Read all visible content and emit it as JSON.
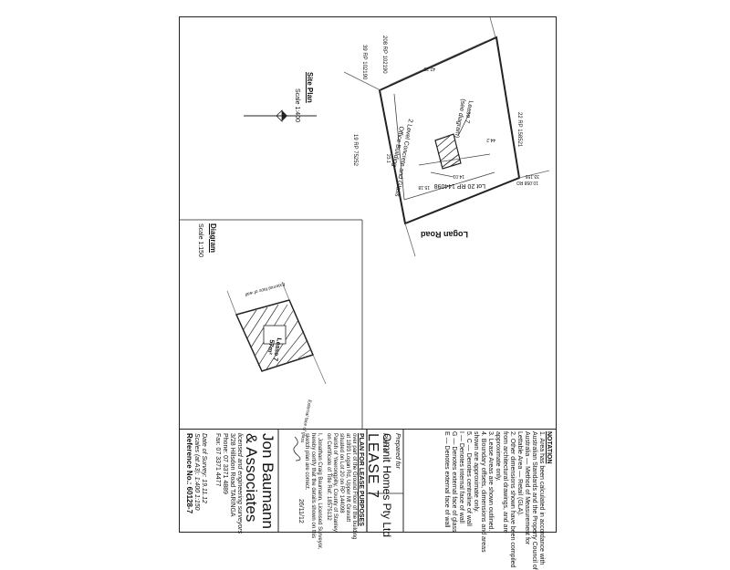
{
  "site_plan": {
    "title": "Site Plan",
    "scale": "Scale 1:400",
    "road": "Logan Road",
    "lot": "Lot 20 RP 144098",
    "building": [
      "2 Level Concrete and Glass",
      "Office Building"
    ],
    "lease_label": [
      "Lease 7",
      "(see diagram)"
    ],
    "neighbours": [
      "208 RP 102190",
      "39 RP 102190",
      "22 RP 158521",
      "19 RP 75252"
    ],
    "dims": [
      "33.155",
      "10.058 RD",
      "44.2",
      "14.01",
      "15.18",
      "23.1",
      "42.23"
    ]
  },
  "diagram": {
    "title": "Diagram",
    "scale": "Scale 1:150",
    "lease_label": "Lease 7",
    "area": "57m²",
    "edge_notes": [
      "External face of wall",
      "External face of glass"
    ]
  },
  "notation": {
    "heading": "NOTATION",
    "items": [
      "1. Area has been calculated in accordance with",
      "Australian Standards and the Property Council of",
      "Australia — Method of Measurement for",
      "Lettable Area — Retail (GLA).",
      "2. Other dimensions shown have been compiled",
      "from architectural drawings, and are",
      "approximate only.",
      "3. Lease Areas are shown outlined.",
      "4. Boundary offsets, dimensions and areas",
      "shown are approximate only.",
      "5. C — Denotes centreline of wall",
      "   I — Denotes internal face of wall",
      "   G — Denotes external face of glass",
      "   E — Denotes external face of wall"
    ]
  },
  "titleblock": {
    "prepared_for_label": "Prepared for",
    "client": "Omnit Homes Pty Ltd",
    "plan_of_label": "Plan of",
    "plan_name": "LEASE 7",
    "purpose_heading": "PLAN FOR LEASE PURPOSES",
    "purpose_lines": [
      "over part of the Ground Floor of the building",
      "at 1893 Logan Rd, Upper Mt Gravatt",
      "situated on Lot 20 on RP 144098",
      "Parish of Yeerongpilly, County of Stanley",
      "on Certificate of Title Ref: 18575132"
    ],
    "cert_lines": [
      "I, Jonathan Craig Baumann, Licensed Surveyor,",
      "hereby certify that the details shown on this",
      "sketch plan are correct."
    ],
    "sign_date": "26/11/12",
    "company_line1": "Jon Baumann",
    "company_line2": "& Associates",
    "company_sub": "licensed and engineering surveyors",
    "address": "3/28 Hillsdon Road TARINGA",
    "phone": "Phone: 07 3371 4889",
    "fax": "Fax: 07 3371 4477",
    "survey_date": "Date of Survey: 19.11.12",
    "scales": "Scales (at A3): 1:400  1:150",
    "reference": "Reference No.: 60128-7"
  }
}
